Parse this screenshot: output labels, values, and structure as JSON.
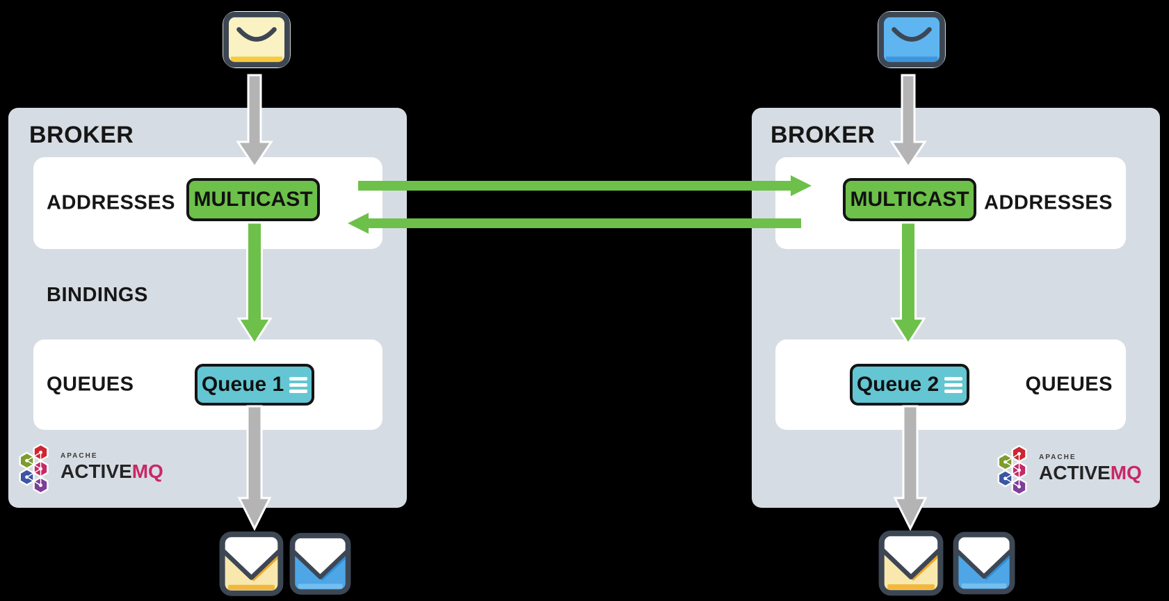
{
  "colors": {
    "green": "#6dc04a",
    "teal": "#64c6d3",
    "broker_bg": "#d6dce3",
    "panel_bg": "#ffffff",
    "arrow_gray": "#b4b4b4",
    "dark_slate": "#3d4754",
    "text": "#161616",
    "mq_magenta": "#c92766",
    "env_yellow": "#fbf2c4",
    "env_yellow_strip": "#f7c93f",
    "env_blue": "#5fb5f0",
    "env_blue_strip": "#3d96dd",
    "open_yellow_body": "#f8e8ad",
    "open_yellow_accent": "#f0a827",
    "open_yellow_strip": "#f2b83e",
    "open_blue_body": "#4ea6e7",
    "open_blue_accent": "#2f8ed4",
    "open_blue_strip": "#74bfef",
    "hex_red": "#cf2530",
    "hex_olive": "#7d9c2d",
    "hex_magenta": "#c52a68",
    "hex_blue": "#3c55a5",
    "hex_purple": "#7e3f99"
  },
  "brokers": [
    {
      "title": "BROKER",
      "addresses_label": "ADDRESSES",
      "multicast_label": "MULTICAST",
      "bindings_label": "BINDINGS",
      "queues_label": "QUEUES",
      "queue_label": "Queue 1",
      "logo": {
        "apache": "APACHE",
        "active": "ACTIVE",
        "mq": "MQ"
      }
    },
    {
      "title": "BROKER",
      "addresses_label": "ADDRESSES",
      "multicast_label": "MULTICAST",
      "queues_label": "QUEUES",
      "queue_label": "Queue 2",
      "logo": {
        "apache": "APACHE",
        "active": "ACTIVE",
        "mq": "MQ"
      }
    }
  ],
  "icons": {
    "producer_left": "closed-envelope-yellow-icon",
    "producer_right": "closed-envelope-blue-icon",
    "consumers_left": [
      "open-envelope-yellow-icon",
      "open-envelope-blue-icon"
    ],
    "consumers_right": [
      "open-envelope-yellow-icon",
      "open-envelope-blue-icon"
    ],
    "queue_rows": "list-lines-icon",
    "logo_icon": "activemq-hexagon-logo-icon"
  }
}
